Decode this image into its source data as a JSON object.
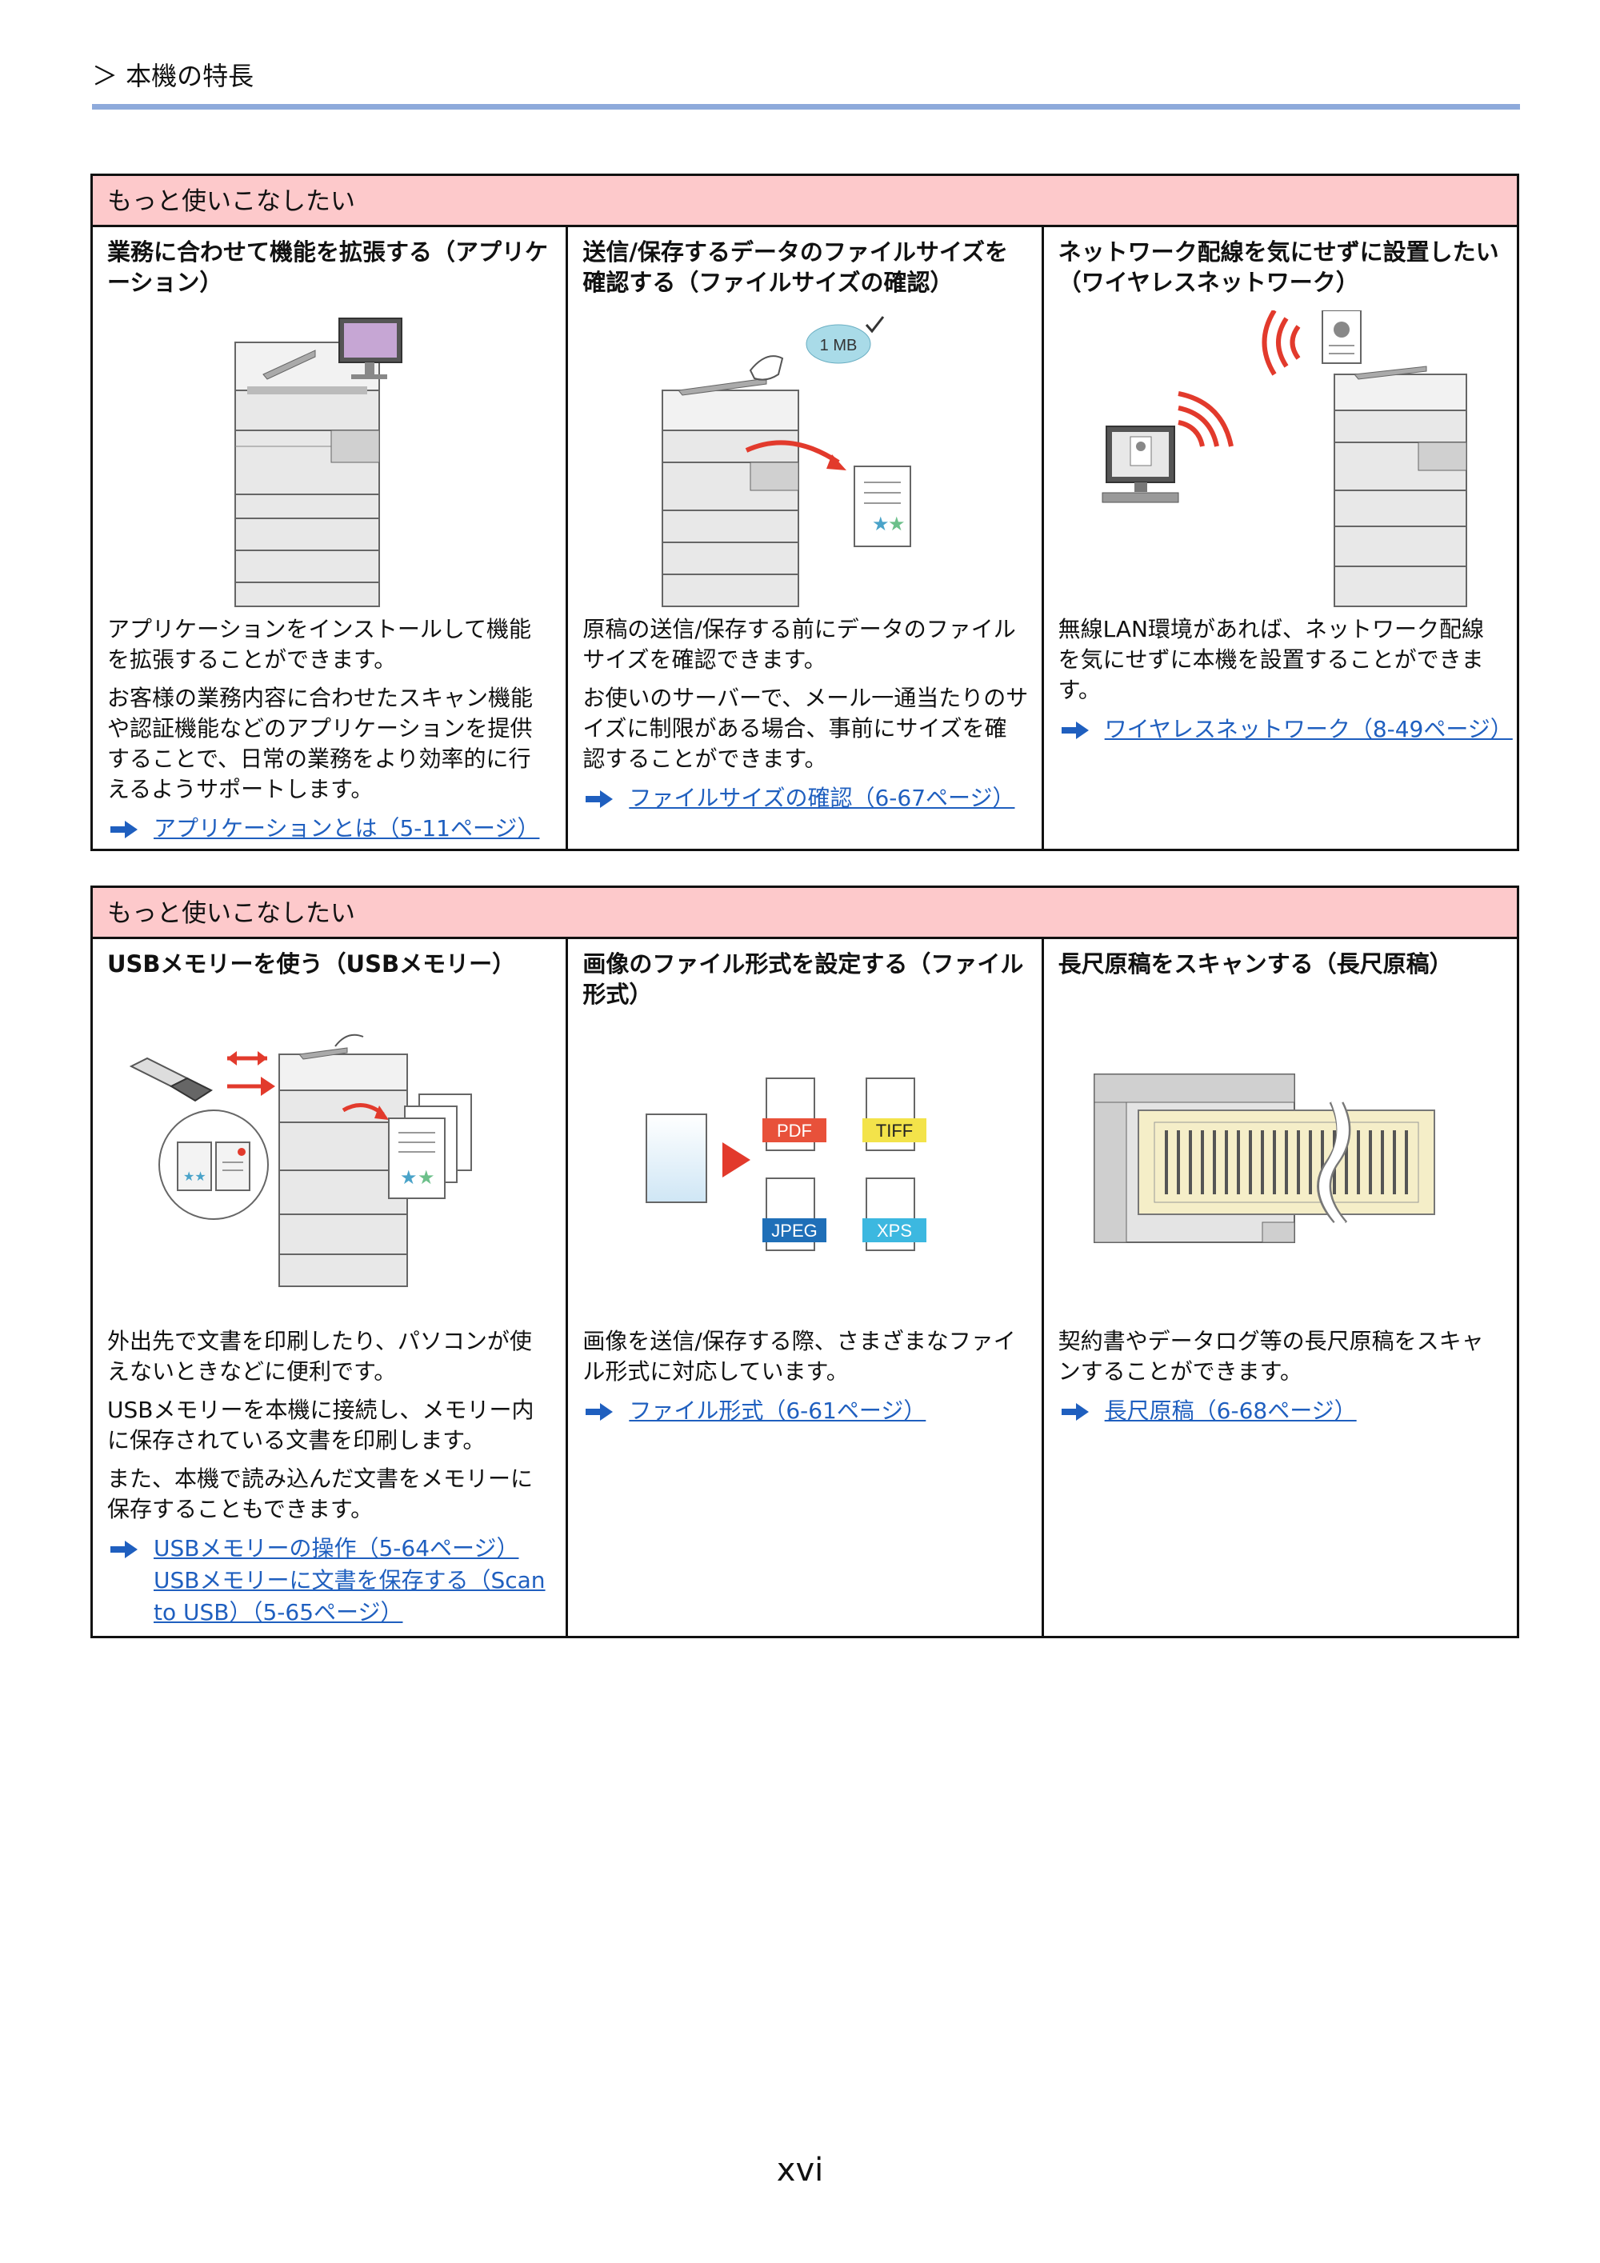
{
  "header": {
    "breadcrumb": "＞ 本機の特長"
  },
  "sections": [
    {
      "title": "もっと使いこなしたい",
      "columns": [
        {
          "title": "業務に合わせて機能を拡張する（アプリケーション）",
          "paragraphs": [
            "アプリケーションをインストールして機能を拡張することができます。",
            "お客様の業務内容に合わせたスキャン機能や認証機能などのアプリケーションを提供することで、日常の業務をより効率的に行えるようサポートします。"
          ],
          "links": [
            "アプリケーションとは（5-11ページ）"
          ]
        },
        {
          "title": "送信/保存するデータのファイルサイズを確認する（ファイルサイズの確認）",
          "badge": "1 MB",
          "paragraphs": [
            "原稿の送信/保存する前にデータのファイルサイズを確認できます。",
            "お使いのサーバーで、メール一通当たりのサイズに制限がある場合、事前にサイズを確認することができます。"
          ],
          "links": [
            "ファイルサイズの確認（6-67ページ）"
          ]
        },
        {
          "title": "ネットワーク配線を気にせずに設置したい（ワイヤレスネットワーク）",
          "paragraphs": [
            "無線LAN環境があれば、ネットワーク配線を気にせずに本機を設置することができます。"
          ],
          "links": [
            "ワイヤレスネットワーク（8-49ページ）"
          ]
        }
      ]
    },
    {
      "title": "もっと使いこなしたい",
      "columns": [
        {
          "title": "USBメモリーを使う（USBメモリー）",
          "paragraphs": [
            "外出先で文書を印刷したり、パソコンが使えないときなどに便利です。",
            "USBメモリーを本機に接続し、メモリー内に保存されている文書を印刷します。",
            "また、本機で読み込んだ文書をメモリーに保存することもできます。"
          ],
          "links": [
            "USBメモリーの操作（5-64ページ）",
            "USBメモリーに文書を保存する（Scan to USB）（5-65ページ）"
          ]
        },
        {
          "title": "画像のファイル形式を設定する（ファイル形式）",
          "formats": [
            "PDF",
            "TIFF",
            "JPEG",
            "XPS"
          ],
          "paragraphs": [
            "画像を送信/保存する際、さまざまなファイル形式に対応しています。"
          ],
          "links": [
            "ファイル形式（6-61ページ）"
          ]
        },
        {
          "title": "長尺原稿をスキャンする（長尺原稿）",
          "paragraphs": [
            "契約書やデータログ等の長尺原稿をスキャンすることができます。"
          ],
          "links": [
            "長尺原稿（6-68ページ）"
          ]
        }
      ]
    }
  ],
  "page_number": "xvi",
  "colors": {
    "accent_line": "#8eaadb",
    "section_header": "#fdc9cb",
    "link": "#1f5fbf",
    "arrow_red": "#e23a2c"
  }
}
